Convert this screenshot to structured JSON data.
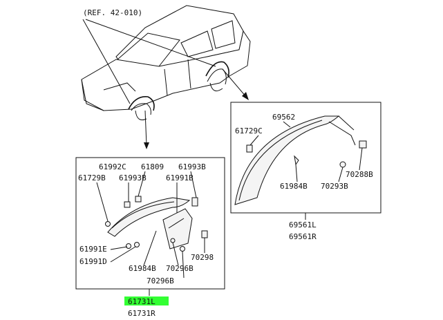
{
  "reference": "(REF. 42-010)",
  "rear_box": {
    "top_label": "69562",
    "labels": [
      "61729C",
      "61984B",
      "70293B",
      "70288B"
    ],
    "bottom_labels": [
      "69561L",
      "69561R"
    ]
  },
  "front_box": {
    "top_labels": [
      "61992C",
      "61809",
      "61993B"
    ],
    "labels": [
      "61729B",
      "61993B",
      "61991B",
      "61991E",
      "61991D",
      "70298",
      "61984B",
      "70296B"
    ],
    "bottom_label": "70296B",
    "part_left": "61731L",
    "part_right": "61731R"
  },
  "highlight_color": "#33ff33"
}
